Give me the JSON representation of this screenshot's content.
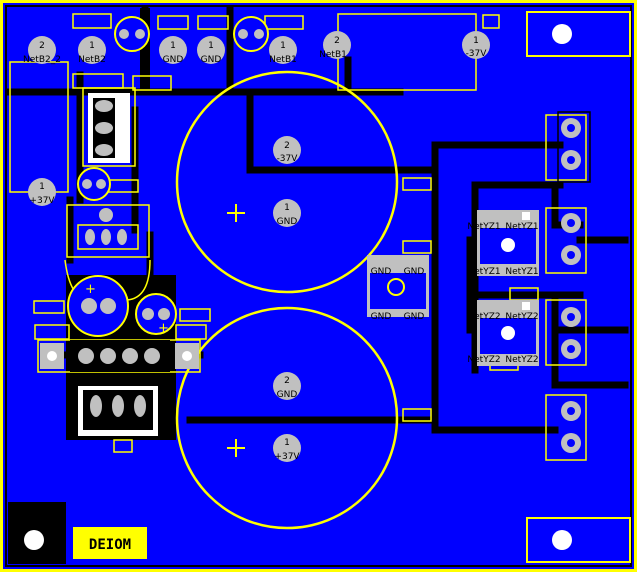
{
  "board": {
    "background_color": "#0000ff",
    "outline_color": "#ffff00",
    "trace_color": "#000000",
    "pad_color": "#c0c0c0",
    "silk_color": "#ffff00",
    "logo_text": "DEIOM"
  },
  "pads": {
    "netb2_2": {
      "num": "2",
      "net": "NetB2_2"
    },
    "netb2": {
      "num": "1",
      "net": "NetB2"
    },
    "gnd_a": {
      "num": "1",
      "net": "GND"
    },
    "gnd_b": {
      "num": "1",
      "net": "GND"
    },
    "netb1": {
      "num": "1",
      "net": "NetB1"
    },
    "netb1_2": {
      "num": "2",
      "net": "NetB1"
    },
    "v37_top": {
      "num": "1",
      "net": "-37V"
    },
    "v37_left": {
      "num": "1",
      "net": "+37V"
    },
    "cap1_neg": {
      "num": "2",
      "net": "-37V"
    },
    "cap1_gnd": {
      "num": "1",
      "net": "GND"
    },
    "cap2_gnd": {
      "num": "2",
      "net": "GND"
    },
    "cap2_pos": {
      "num": "1",
      "net": "+37V"
    }
  },
  "bridge_pads": {
    "gnd_tl": "GND",
    "gnd_tr": "GND",
    "gnd_bl": "GND",
    "gnd_br": "GND",
    "z1_tl": "NetYZ1",
    "z1_tr": "NetYZ1",
    "z1_bl": "NetYZ1",
    "z1_br": "NetYZ1",
    "z2_tl": "NetYZ2",
    "z2_tr": "NetYZ2",
    "z2_bl": "NetYZ2",
    "z2_br": "NetYZ2"
  },
  "polarity": {
    "plus": "+"
  }
}
